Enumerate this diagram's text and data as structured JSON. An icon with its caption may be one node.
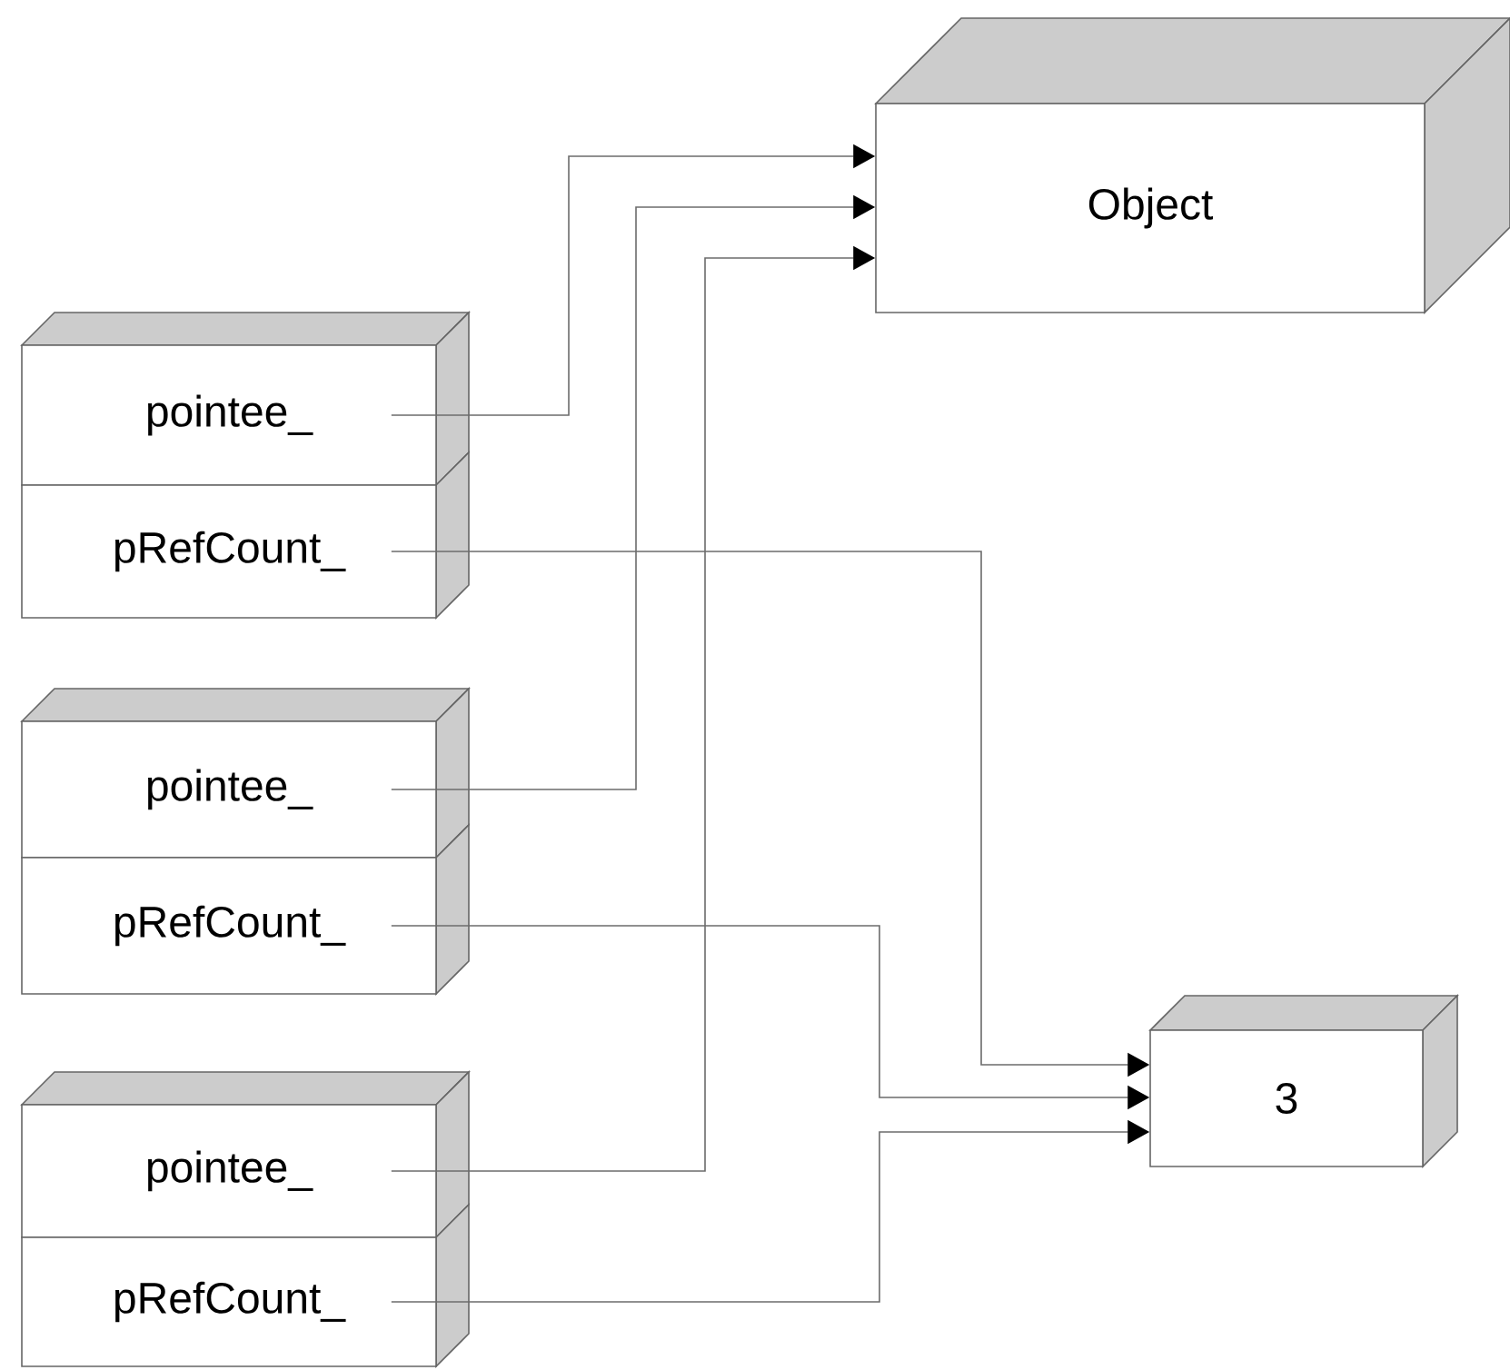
{
  "diagram": {
    "nodes": [
      {
        "text": [
          "Object"
        ]
      },
      {
        "text": [
          "pointee_"
        ]
      },
      {
        "text": [
          "pRefCount_"
        ]
      },
      {
        "text": [
          "pointee_"
        ]
      },
      {
        "text": [
          "pRefCount_"
        ]
      },
      {
        "text": [
          "pointee_"
        ]
      },
      {
        "text": [
          "pRefCount_"
        ]
      },
      {
        "text": [
          "3"
        ]
      }
    ],
    "edges": [
      {
        "from": 1,
        "to": 0,
        "arrow": "to"
      },
      {
        "from": 3,
        "to": 0,
        "arrow": "to"
      },
      {
        "from": 5,
        "to": 0,
        "arrow": "to"
      },
      {
        "from": 2,
        "to": 7,
        "arrow": "to"
      },
      {
        "from": 4,
        "to": 7,
        "arrow": "to"
      },
      {
        "from": 6,
        "to": 7,
        "arrow": "to"
      }
    ]
  }
}
